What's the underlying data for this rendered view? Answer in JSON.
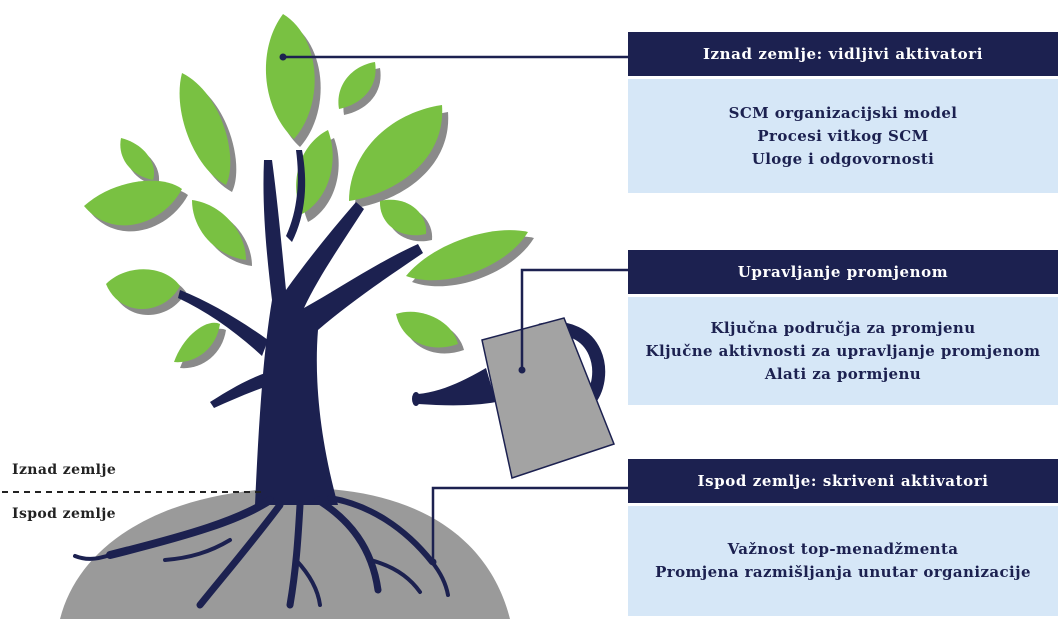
{
  "panels": [
    {
      "title": "Iznad zemlje: vidljivi aktivatori",
      "items": [
        "SCM organizacijski model",
        "Procesi vitkog SCM",
        "Uloge i odgovornosti"
      ]
    },
    {
      "title": "Upravljanje promjenom",
      "items": [
        "Ključna područja za promjenu",
        "Ključne aktivnosti za upravljanje promjenom",
        "Alati za pormjenu"
      ]
    },
    {
      "title": "Ispod zemlje: skriveni aktivatori",
      "items": [
        "Važnost top-menadžmenta",
        "Promjena razmišljanja unutar organizacije"
      ]
    }
  ],
  "ground": {
    "above_label": "Iznad zemlje",
    "below_label": "Ispod zemlje"
  },
  "colors": {
    "navy": "#1c2150",
    "leaf_green": "#79c142",
    "leaf_shadow": "#8a8a8a",
    "ground_gray": "#9a9a9a",
    "panel_body": "#d6e7f7",
    "can_gray": "#a3a3a3"
  }
}
